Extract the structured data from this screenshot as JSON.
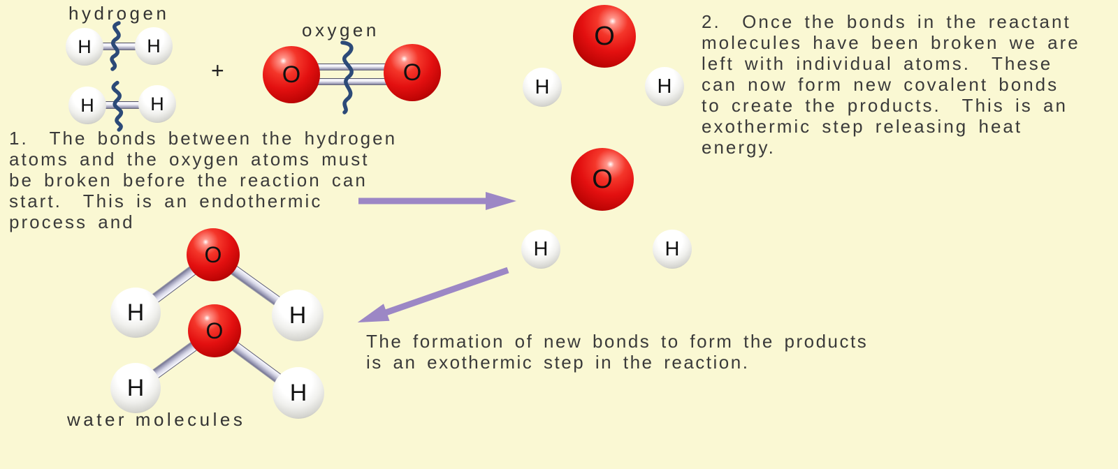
{
  "colors": {
    "bg": "#FAF8D3",
    "text": "#3A3A3A",
    "arrow": "#9C87C5",
    "squiggle": "#2C4A78",
    "oxygen-red": "#E31010",
    "bond-gray": "#B9B9CE"
  },
  "symbols": {
    "hydrogen": "H",
    "oxygen": "O",
    "plus": "+"
  },
  "labels": {
    "hydrogen": "hydrogen",
    "oxygen": "oxygen",
    "water_molecules": "water molecules"
  },
  "step1": {
    "lines": [
      "1.  The bonds between the hydrogen",
      "atoms and the oxygen atoms must",
      "be broken before the reaction can",
      "start.  This is an endothermic",
      "process and"
    ]
  },
  "step2": {
    "lines": [
      "2.  Once the bonds in the reactant",
      "molecules have been broken we are",
      "left with individual atoms.  These",
      "can now form new covalent bonds",
      "to create the products.  This is an",
      "exothermic step releasing heat",
      "energy."
    ]
  },
  "formation": {
    "lines": [
      "The formation of new bonds to form the products",
      "is an exothermic step in the reaction."
    ]
  }
}
